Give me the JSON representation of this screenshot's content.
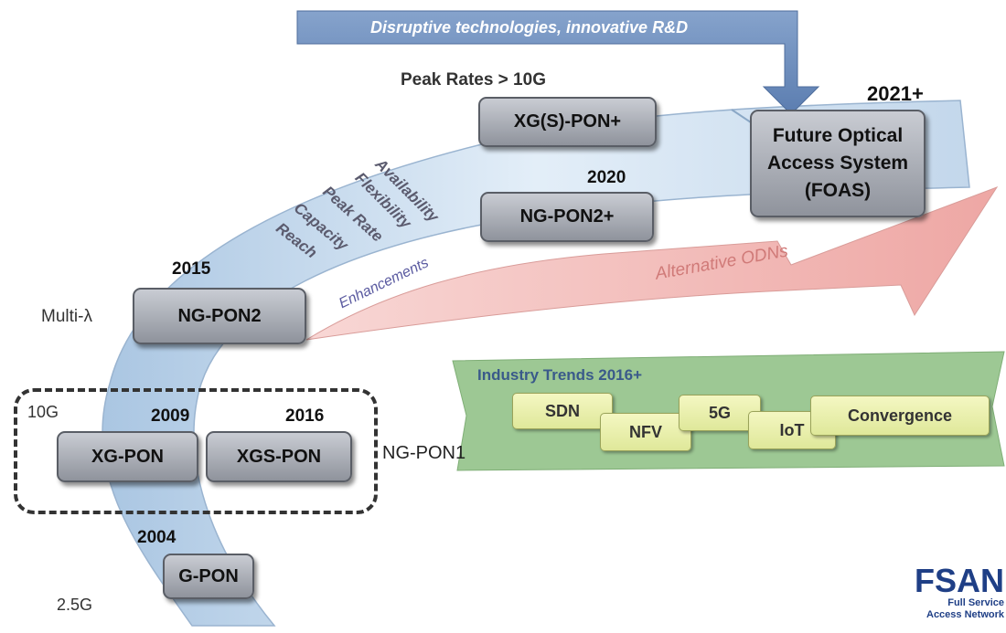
{
  "banner": {
    "text": "Disruptive technologies, innovative R&D"
  },
  "labels": {
    "peak_rates": "Peak Rates > 10G",
    "year_2021": "2021+",
    "year_2020": "2020",
    "year_2015": "2015",
    "year_2009": "2009",
    "year_2016": "2016",
    "year_2004": "2004",
    "multi_lambda": "Multi-λ",
    "rate_10g": "10G",
    "rate_2_5g": "2.5G",
    "ng_pon1": "NG-PON1"
  },
  "attributes": [
    "Availability",
    "Flexibility",
    "Peak Rate",
    "Capacity",
    "Reach"
  ],
  "enhancements": "Enhancements",
  "alternative_odns": "Alternative ODNs",
  "boxes": {
    "xgs_pon_plus": "XG(S)-PON+",
    "ng_pon2_plus": "NG-PON2+",
    "ng_pon2": "NG-PON2",
    "xg_pon": "XG-PON",
    "xgs_pon": "XGS-PON",
    "g_pon": "G-PON",
    "foas_line1": "Future Optical",
    "foas_line2": "Access System",
    "foas_line3": "(FOAS)"
  },
  "industry": {
    "title": "Industry Trends 2016+",
    "chips": [
      "SDN",
      "NFV",
      "5G",
      "IoT",
      "Convergence"
    ]
  },
  "logo": {
    "name": "FSAN",
    "line1": "Full Service",
    "line2": "Access Network"
  },
  "colors": {
    "banner_blue": "#6f8fbf",
    "curve_blue": "#c7dcee",
    "odn_pink": "#f0b3b1",
    "industry_green": "#8fbf86",
    "logo_blue": "#1f3f86"
  }
}
